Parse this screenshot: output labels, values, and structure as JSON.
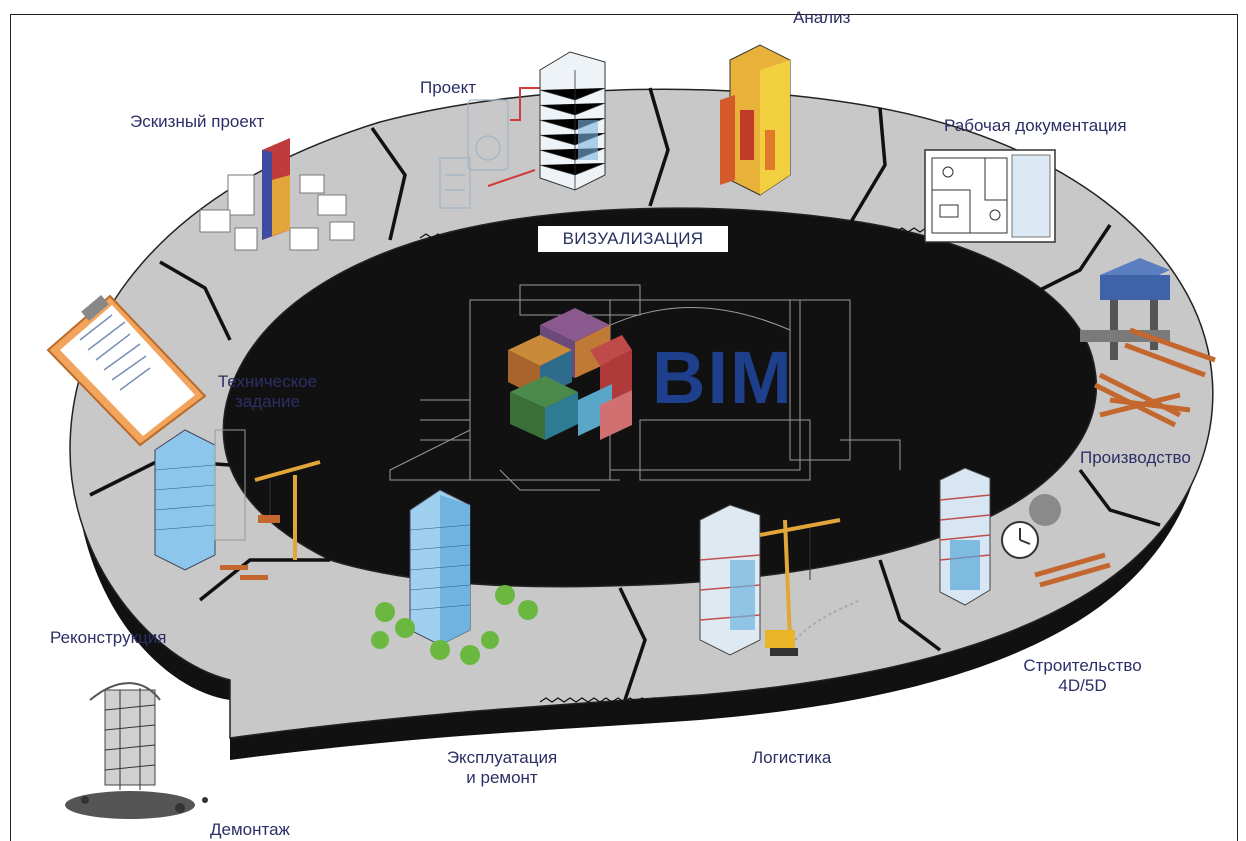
{
  "center": {
    "logo_text": "BIM",
    "ring_label": "ВИЗУАЛИЗАЦИЯ"
  },
  "stages": {
    "sketch": "Эскизный проект",
    "project": "Проект",
    "analysis": "Анализ",
    "working_docs": "Рабочая документация",
    "tech_task_1": "Техническое",
    "tech_task_2": "задание",
    "production": "Производство",
    "construction_1": "Строительство",
    "construction_2": "4D/5D",
    "logistics": "Логистика",
    "operation_1": "Эксплуатация",
    "operation_2": "и ремонт",
    "reconstruction": "Реконструкция",
    "demolition": "Демонтаж"
  },
  "colors": {
    "ring_fill": "#c9c9c9",
    "ring_edge": "#111111",
    "label_text": "#2c2f66",
    "bim_blue": "#1e3f8c"
  }
}
